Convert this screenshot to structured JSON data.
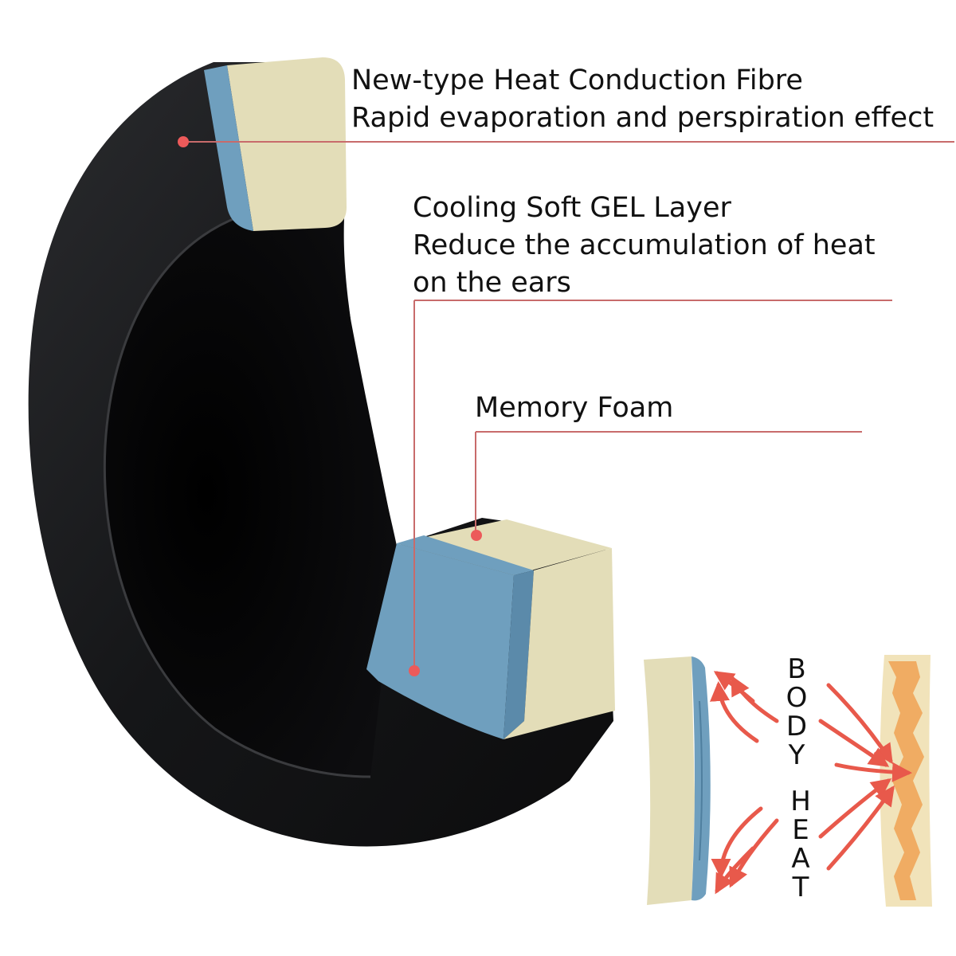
{
  "colors": {
    "cushion_outer": "#111214",
    "cushion_inner": "#050506",
    "foam": "#e3ddb8",
    "gel": "#6f9fbe",
    "gel_dark": "#5b8aaa",
    "leader_line": "#c86b6b",
    "dot": "#ec5a5a",
    "arrow": "#e8594b",
    "flame": "#ef9a45",
    "text": "#111111",
    "background": "#ffffff"
  },
  "callouts": [
    {
      "name": "heat-conduction-fibre",
      "lines": [
        "New-type Heat Conduction Fibre",
        "Rapid evaporation and perspiration effect"
      ]
    },
    {
      "name": "cooling-gel-layer",
      "lines": [
        "Cooling Soft GEL Layer",
        "Reduce the accumulation of heat",
        "on the ears"
      ]
    },
    {
      "name": "memory-foam",
      "lines": [
        "Memory Foam"
      ]
    }
  ],
  "body_heat": {
    "word1": [
      "B",
      "O",
      "D",
      "Y"
    ],
    "word2": [
      "H",
      "E",
      "A",
      "T"
    ]
  }
}
